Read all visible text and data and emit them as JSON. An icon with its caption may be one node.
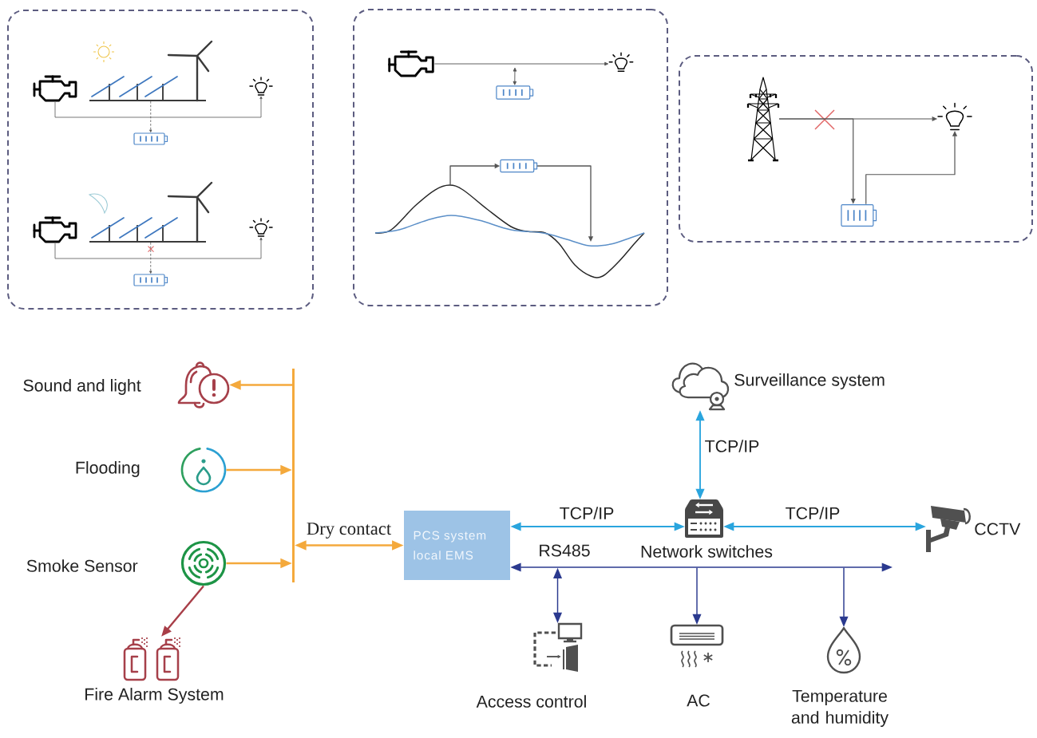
{
  "diagram": {
    "nodes": [
      {
        "text": [],
        "shape": "box"
      },
      {
        "text": [],
        "shape": "picture",
        "in": 0
      },
      {
        "text": [],
        "shape": "picture",
        "in": 0
      },
      {
        "text": [],
        "shape": "picture",
        "in": 0
      },
      {
        "text": [],
        "shape": "picture",
        "in": 0
      },
      {
        "text": [],
        "shape": "picture",
        "in": 0
      },
      {
        "text": [],
        "shape": "picture",
        "in": 0
      },
      {
        "text": [],
        "shape": "picture",
        "in": 0
      },
      {
        "text": [],
        "shape": "picture",
        "in": 0
      },
      {
        "text": [],
        "shape": "box"
      },
      {
        "text": [],
        "shape": "picture",
        "in": 9
      },
      {
        "text": [],
        "shape": "picture",
        "in": 9
      },
      {
        "text": [],
        "shape": "picture",
        "in": 9
      },
      {
        "text": [],
        "shape": "picture",
        "in": 9
      },
      {
        "text": [],
        "shape": "picture",
        "in": 9
      },
      {
        "text": [],
        "shape": "box"
      },
      {
        "text": [],
        "shape": "picture",
        "in": 15
      },
      {
        "text": [],
        "shape": "picture",
        "in": 15
      },
      {
        "text": [],
        "shape": "picture",
        "in": 15
      },
      {
        "text": [],
        "shape": "picture",
        "beside": [
          "Sound and light"
        ]
      },
      {
        "text": [],
        "shape": "picture",
        "beside": [
          "Flooding"
        ]
      },
      {
        "text": [],
        "shape": "picture",
        "beside": [
          "Smoke Sensor"
        ]
      },
      {
        "text": [],
        "shape": "picture",
        "beside": [
          "Fire Alarm System"
        ]
      },
      {
        "text": [],
        "shape": "bar"
      },
      {
        "text": [
          "PCS system local EMS"
        ]
      },
      {
        "text": [],
        "shape": "picture",
        "beside": [
          "Surveillance system"
        ]
      },
      {
        "text": [],
        "shape": "picture",
        "beside": [
          "Network switches"
        ]
      },
      {
        "text": [],
        "shape": "picture",
        "beside": [
          "CCTV"
        ]
      },
      {
        "text": [],
        "shape": "bar",
        "beside": [
          "RS485"
        ]
      },
      {
        "text": [],
        "shape": "picture",
        "beside": [
          "Access control"
        ]
      },
      {
        "text": [],
        "shape": "picture",
        "beside": [
          "AC"
        ]
      },
      {
        "text": [],
        "shape": "picture",
        "beside": [
          "Temperature and humidity"
        ]
      }
    ],
    "edges": [
      {
        "from": 1,
        "to": 3,
        "arrow": "to"
      },
      {
        "from": 2,
        "to": 4,
        "arrow": "to",
        "style": "dashed"
      },
      {
        "from": 5,
        "to": 7,
        "arrow": "to"
      },
      {
        "from": 6,
        "to": 8,
        "arrow": "to",
        "style": "dashed"
      },
      {
        "from": 10,
        "to": 11,
        "arrow": "to"
      },
      {
        "from": null,
        "to": 12,
        "arrow": "both"
      },
      {
        "from": 14,
        "to": 13,
        "arrow": "to"
      },
      {
        "from": 13,
        "to": 14,
        "arrow": "to"
      },
      {
        "from": 16,
        "to": 17,
        "arrow": "to"
      },
      {
        "from": 16,
        "to": 18,
        "arrow": "to"
      },
      {
        "from": 18,
        "to": 17,
        "arrow": "to"
      },
      {
        "from": 23,
        "to": 19,
        "arrow": "to",
        "color": "#f4a93c"
      },
      {
        "from": 20,
        "to": 23,
        "arrow": "to",
        "color": "#f4a93c"
      },
      {
        "from": 21,
        "to": 23,
        "arrow": "to",
        "color": "#f4a93c"
      },
      {
        "from": 23,
        "to": 24,
        "arrow": "both",
        "label": "Dry contact",
        "color": "#f4a93c"
      },
      {
        "from": 24,
        "to": 26,
        "arrow": "both",
        "label": "TCP/IP",
        "color": "#2aa5de"
      },
      {
        "from": 26,
        "to": 25,
        "arrow": "both",
        "label": "TCP/IP",
        "color": "#2aa5de"
      },
      {
        "from": 26,
        "to": 27,
        "arrow": "both",
        "label": "TCP/IP",
        "color": "#2aa5de"
      },
      {
        "from": 28,
        "to": 24,
        "arrow": "to",
        "color": "#2b3a8f"
      },
      {
        "from": 28,
        "to": null,
        "arrow": "to",
        "color": "#2b3a8f"
      },
      {
        "from": 28,
        "to": 29,
        "arrow": "both",
        "color": "#2b3a8f"
      },
      {
        "from": 28,
        "to": 30,
        "arrow": "to",
        "color": "#2b3a8f"
      },
      {
        "from": 28,
        "to": 31,
        "arrow": "to",
        "color": "#2b3a8f"
      },
      {
        "from": 21,
        "to": 22,
        "arrow": "to",
        "color": "#a83e48"
      }
    ]
  }
}
